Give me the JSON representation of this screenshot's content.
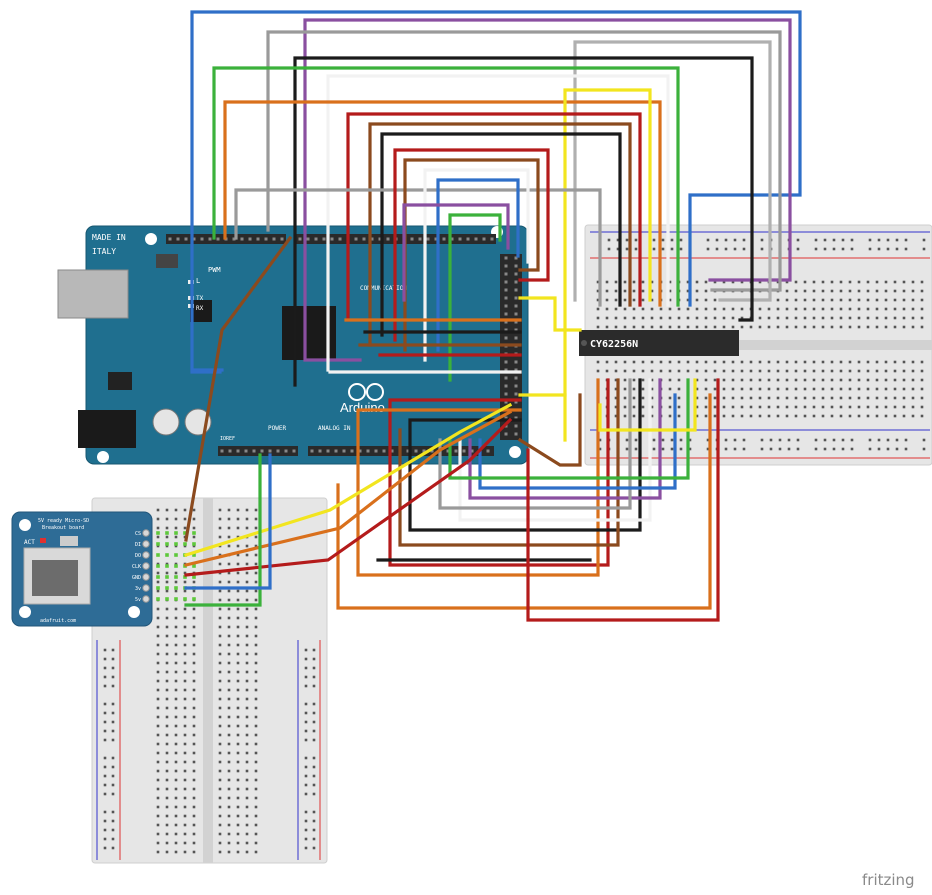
{
  "app": {
    "watermark": "fritzing"
  },
  "arduino": {
    "made_in": "MADE IN",
    "country": "ITALY",
    "pwm_label": "PWM",
    "power_label": "POWER",
    "analog_label": "ANALOG IN",
    "comm_label": "COMMUNICATION",
    "brand": "Arduino",
    "reset_label": "IOREF",
    "l_label": "L",
    "tx_label": "TX",
    "rx_label": "RX"
  },
  "chip": {
    "label": "CY62256N"
  },
  "sd_module": {
    "title_line1": "5V ready Micro-SD",
    "title_line2": "Breakout board",
    "act_label": "ACT",
    "brand": "adafruit.com",
    "pins": [
      "CS",
      "DI",
      "DO",
      "CLK",
      "GND",
      "3v",
      "5v"
    ]
  },
  "colors": {
    "breadboard": "#e6e6e6",
    "breadboard_edge": "#cfcfcf",
    "arduino_board": "#1f6f8f",
    "sd_board": "#2e6c96",
    "chip": "#2b2b2b",
    "rail_red": "#d33",
    "rail_blue": "#33c",
    "hole": "#555555",
    "pin_green": "#5ec83b",
    "wire_blue": "#2f6fc8",
    "wire_purple": "#8a4fa0",
    "wire_gray": "#9a9a9a",
    "wire_black": "#1b1b1b",
    "wire_green": "#3bb13b",
    "wire_orange": "#d9701c",
    "wire_red": "#b41b1b",
    "wire_brown": "#8b4a1e",
    "wire_yellow": "#f2e51f",
    "wire_white": "#f2f2f2"
  }
}
